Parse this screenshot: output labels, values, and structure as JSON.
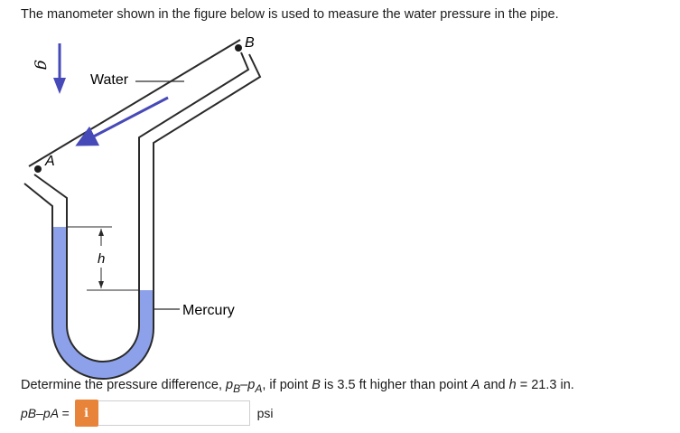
{
  "prompt": "The manometer shown in the figure below is used to measure the water pressure in the pipe.",
  "figure": {
    "gravity_label": "g",
    "water_label": "Water",
    "mercury_label": "Mercury",
    "point_a_label": "A",
    "point_b_label": "B",
    "h_label": "h",
    "colors": {
      "mercury": "#8da1ea",
      "pipe": "#2a2a2a",
      "arrow": "#4649b8"
    }
  },
  "question": {
    "text_1": "Determine the pressure difference, ",
    "var_diff": "p",
    "sub_b": "B",
    "minus": "–",
    "sub_a": "A",
    "text_2": ", if point ",
    "point_b": "B",
    "text_3": " is 3.5 ft higher than point ",
    "point_a": "A",
    "text_4": " and ",
    "h": "h",
    "text_5": " = 21.3 in."
  },
  "answer": {
    "label": "pB–pA =",
    "info_icon": "i",
    "value": "",
    "unit": "psi"
  }
}
